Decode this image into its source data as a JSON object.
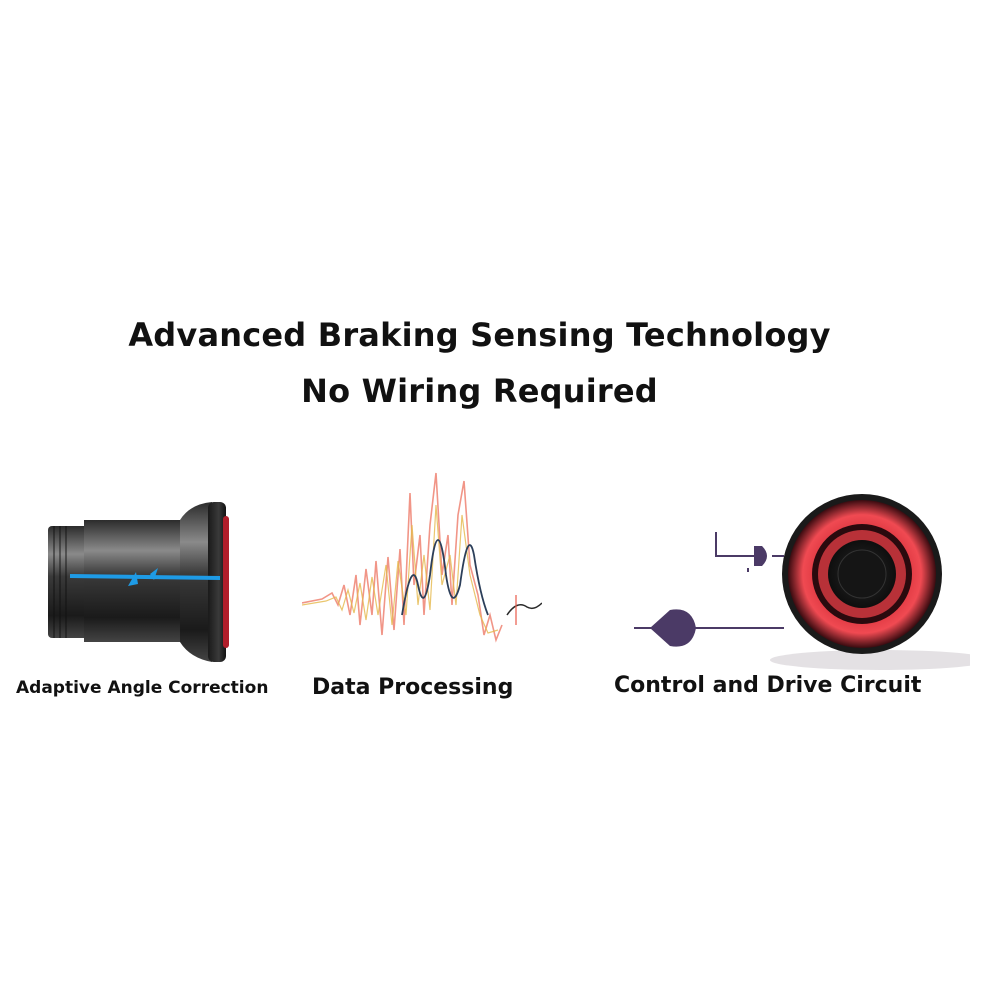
{
  "headline": {
    "line1": "Advanced Braking Sensing Technology",
    "line2": "No Wiring Required"
  },
  "features": [
    {
      "label": "Adaptive Angle Correction",
      "icon": "tail-light-side-view"
    },
    {
      "label": "Data Processing",
      "icon": "signal-waveform"
    },
    {
      "label": "Control and Drive Circuit",
      "icon": "tail-light-front-view"
    }
  ],
  "colors": {
    "text": "#111111",
    "red_glow": "#e8303a",
    "blue_line": "#1e9be6",
    "circuit_purple": "#4b3a66"
  }
}
